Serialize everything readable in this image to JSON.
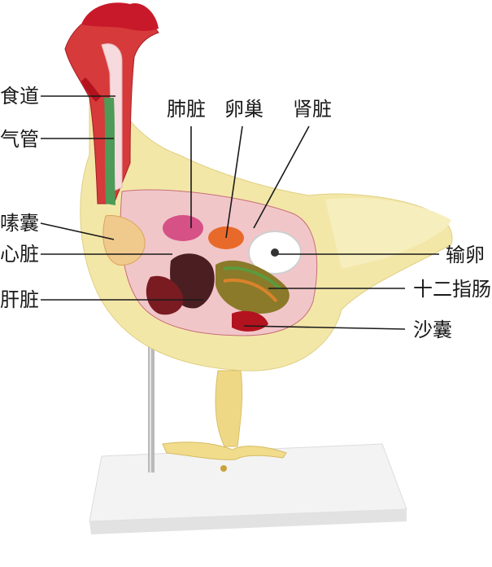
{
  "labels": {
    "esophagus": "食道",
    "trachea": "气管",
    "crop": "嗉囊",
    "heart": "心脏",
    "liver": "肝脏",
    "lung": "肺脏",
    "ovary": "卵巢",
    "kidney": "肾脏",
    "oviduct": "输卵",
    "duodenum": "十二指肠",
    "gizzard": "沙囊"
  },
  "colors": {
    "comb": "#c8192a",
    "body": "#f3e7a8",
    "feet": "#f0dc88",
    "base": "#f2f2f2",
    "rod": "#b9b9b9",
    "organ_red": "#b3121f",
    "trachea_green": "#4e9a57"
  }
}
